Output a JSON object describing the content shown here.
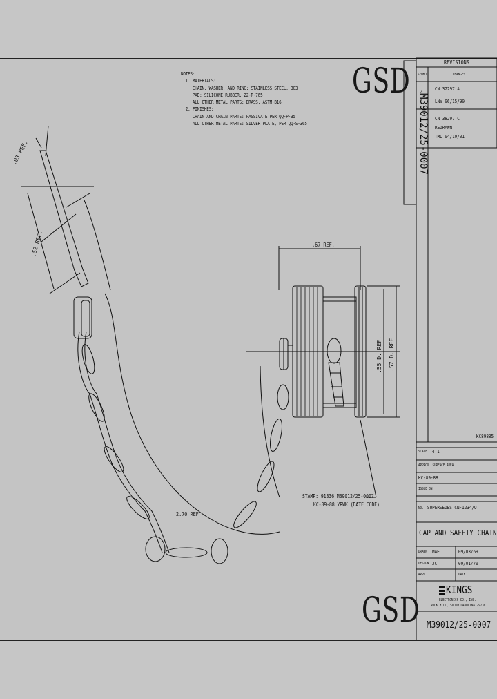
{
  "drawing": {
    "gsd_top": "GSD",
    "gsd_bottom": "GSD",
    "part_number_vertical": "M39012/25-0007",
    "notes": [
      "NOTES:",
      "  1. MATERIALS:",
      "     CHAIN, WASHER, AND RING: STAINLESS STEEL, 303",
      "     PAD: SILICONE RUBBER, ZZ-R-765",
      "     ALL OTHER METAL PARTS: BRASS, ASTM-B16",
      "  2. FINISHES:",
      "     CHAIN AND CHAIN PARTS: PASSIVATE PER QQ-P-35",
      "     ALL OTHER METAL PARTS: SILVER PLATE, PER QQ-S-365"
    ],
    "dims": {
      "d03": ".03 REF.",
      "d52": ".52 REF.",
      "d67": ".67 REF.",
      "d55": ".55 D. REF.",
      "d57": ".57 D. REF",
      "d270": "2.70 REF"
    },
    "stamp": [
      "STAMP: 91836 M39012/25-0007",
      "KC-89-88 YRWK (DATE CODE)"
    ]
  },
  "revisions": {
    "title": "REVISIONS",
    "col_sym": "SYMBOL",
    "col_changes": "CHANGES",
    "rows": [
      {
        "sym": "4",
        "line1": "CN  32297  A",
        "line2": "LNW  06/15/90"
      },
      {
        "sym": "5",
        "line1": "CN  38297  C",
        "line2": "REDRAWN",
        "line3": "TML  04/19/01"
      }
    ]
  },
  "title_block": {
    "code_top": "KC89885",
    "scale_label": "SCALE",
    "scale_value": "4:1",
    "approx_label": "APPROX. SURFACE AREA",
    "dwg_no": "KC-89-88",
    "iso_label": "ISSUE ON",
    "supersedes_label": "NO.",
    "supersedes": "SUPERSEDES CN-1234/U",
    "title": "CAP AND SAFETY CHAIN, BNC",
    "drawn_label": "DRAWN",
    "drawn_by": "MAE",
    "drawn_date": "09/03/69",
    "design_label": "DESIGN",
    "design_by": "JC",
    "design_date": "09/01/70",
    "appd_label": "APPD",
    "appd_date": "DATE",
    "company": "KINGS",
    "company_line2": "ELECTRONICS CO., INC.",
    "company_line3": "ROCK HILL, SOUTH CAROLINA 29730",
    "part_number": "M39012/25-0007"
  }
}
